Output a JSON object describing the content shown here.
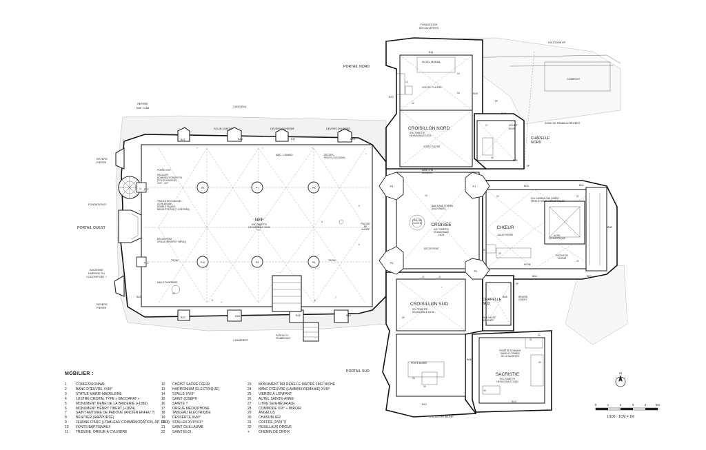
{
  "labels": {
    "fondations": "FONDATIONS\nDÉCOUVERTES",
    "exutoire": "EXUTOIRE EP",
    "compost": "COMPOST",
    "portail_nord": "PORTAIL NORD",
    "autel_marial": "AUTEL MARIAL",
    "voute_platre_top": "VOÛTE PLÂTRE",
    "repere": "REPÈRE",
    "ngf": "NGF 74.68",
    "caniveau": "CANIVEAU",
    "solin_ciment": "SOLIN CIMENT",
    "devers_enherbe_1": "DEVERS ENHERBÉ",
    "devers_enherbe_2": "DEVERS ENHERBÉ",
    "croisillon_nord": "CROISILLON NORD",
    "croisillon_nord_sol": "SOL TOMETTE\nHEXAGONALE 16CM",
    "voute_platre_nord": "VOÛTE PLÂTRE",
    "volet_bois": "VOLET\nBOIS",
    "zone_remblai": "ZONE DE REMBLAI RÉCENT",
    "chapelle_nord": "CHAPELLE\nNORD",
    "revers_pierre_1": "REVERS\nPIERRE",
    "anc_lavabo": "ANC. LAVABO",
    "decors_peints": "DÉCORS\nPEINTS (VOUTAINS)",
    "porte_xviii": "PORTE XVIII°",
    "escalier": "ESCALIER\nNOMBREUX GRAFFITIS\n(COLOS HALIEUR)\nXVII° - XIX°",
    "date": "DATE 1751\nAGRAFES",
    "fondations_q": "FONDATIONS?",
    "traces_couleur": "TRACES DE COULEUR :\nOCRE-BRUNE\nSEMBLE FAÇADE\nBASSE ÉTÉ SUD (+ CRÉPISSE)",
    "nef": "NEF",
    "nef_sol": "SOL TOMETTE\nHEXAGONALE 16CM",
    "baie_tympan": "BAIE DANS TYMPAN\n(MACONNÉE)",
    "sol_carreau": "SOL CARREAU DE CIMENT\nFRISE À TRAME GÉOMÉTRIQUE",
    "portail_ouest": "PORTAIL OUEST",
    "poutre_gloire": "POUTRE\nDE\nGLOIRE",
    "trou_cloche": "TROU DE\nCLOCHE",
    "croisee": "CROISÉE",
    "croisee_sol": "SOL TOMETTE\nHEXAGONALE\n16CM",
    "choeur": "CHŒUR",
    "dalle_pierre": "DALLE PIERRE",
    "autel_geometrique": "AUTEL\nGÉOMÉTRIQUE",
    "decor_peint_1": "DÉCOR PEINT\nORGUE (REVERS TYMPAN)",
    "decor_peint_2": "DÉCOR PEINT",
    "tronc_1": "TRONC",
    "tronc_2": "TRONC",
    "piscine": "PISCINE DE\nCHŒUR",
    "niche": "NICHE",
    "ancienne_emprise": "ANCIENNE\nEMPRISE OU\nCONTREFORT ?",
    "dalle_funeraire": "DALLE FUNÉRAIRE",
    "revers_pierre_2": "REVERS\nPIERRE",
    "revers_ciment": "REVERS\nCIMENT",
    "croisillon_sud": "CROISILLON SUD",
    "croisillon_sud_sol": "SOL TOMETTE\nHEXAGONALE 16CM",
    "chapelle_sud": "CHAPELLE\nSUD",
    "baie_haute": "BAIE HAUTE\nBOUCHÉE",
    "chimerest": "CHIMÈREST",
    "portail_flamboyant": "PORTAIL XV\nFLAMBOYANT",
    "portail_sud": "PORTAIL SUD",
    "porte_muree": "PORTE MURÉE",
    "fenetre": "FENÊTRE DONNANT\nDANS LE COMBLE\nDE LA SACRISTIE",
    "sacristie": "SACRISTIE",
    "sacristie_sol": "SOL TOMETTE\nHEXAGONALE 16CM",
    "contrefort": "CONTREFORT RÉCENT",
    "ep_1": "EP",
    "ep_2": "EP",
    "ep_3": "EP"
  },
  "bays": [
    "B00",
    "B01",
    "B02",
    "B03",
    "B04",
    "B05",
    "B06",
    "B07",
    "B08",
    "B09",
    "B10",
    "B11",
    "B12",
    "B13",
    "B14",
    "B15",
    "B16",
    "B17",
    "B18",
    "B19",
    "B20",
    "B21",
    "B22"
  ],
  "piers": [
    "P1",
    "P2",
    "P3",
    "P4",
    "P6",
    "P7",
    "P8",
    "P9",
    "P10",
    "P11",
    "P12"
  ],
  "legend": {
    "title": "MOBILIER :",
    "col1": [
      [
        "1",
        "CONFESSIONNAL"
      ],
      [
        "2",
        "BANC D'ŒUVRE XVIII°"
      ],
      [
        "3",
        "STATUE MARIE-MADELEINE"
      ],
      [
        "4",
        "LUSTRE CRISTAL TYPE « BACCARAT »"
      ],
      [
        "5",
        "MONUMENT RENÉ DE LA BRIDERIE (+1882)"
      ],
      [
        "6",
        "MONUMENT HENRY TIBERT (+1824)"
      ],
      [
        "7",
        "SAINT ANTOINE DE PADOUE (ANCIEN ENFEU ?)"
      ],
      [
        "8",
        "BÉNITIER (RAPPORTÉ)"
      ],
      [
        "9",
        "JEANNE D'ARC (+TABLEAU COMMÉMORATION, AP. 1918)"
      ],
      [
        "10",
        "FONTS BAPTISMAUX"
      ],
      [
        "11",
        "TRIBUNE, ORGUE À CYLINDRE"
      ]
    ],
    "col2": [
      [
        "12",
        "CHRIST SACRÉ CŒUR"
      ],
      [
        "13",
        "HARMONIUM (ÉLECTRIQUE)"
      ],
      [
        "14",
        "STALLE XVIII°"
      ],
      [
        "15",
        "SAINT-JOSEPH"
      ],
      [
        "16",
        "SAINTE ?"
      ],
      [
        "17",
        "ORGUE MÉDIOPHONE"
      ],
      [
        "18",
        "TABLEAU ÉLECTRIQUE"
      ],
      [
        "19",
        "DESSERTE XVIII°"
      ],
      [
        "20",
        "STALLES XVII°XIX°"
      ],
      [
        "21",
        "SAINT GUILLAUME"
      ],
      [
        "22",
        "SAINT ÉLOI"
      ]
    ],
    "col3": [
      [
        "23",
        "MONUMENT MR RENÉ LE MAÎTRE 1862 NICHE"
      ],
      [
        "24",
        "BANC D'ŒUVRE (LAMBRIS REMANIÉ) XVIII°"
      ],
      [
        "25",
        "VIERGE À L'ENFANT"
      ],
      [
        "26",
        "AUTEL SAINTE-ANNE"
      ],
      [
        "27",
        "LITRE SEIGNEURIALE"
      ],
      [
        "28",
        "COMMODE XIX° + MIROIR"
      ],
      [
        "29",
        "ANGÉLUS"
      ],
      [
        "30",
        "CHASUBLIER"
      ],
      [
        "31",
        "COFFRE (XVIII ?)"
      ],
      [
        "32",
        "ROUILLAUX ORGUE"
      ],
      [
        "+",
        "CHEMIN DE CROIX"
      ]
    ]
  },
  "scale": {
    "north": "N",
    "ticks": [
      "0",
      "1",
      "2",
      "3",
      "4",
      "5m"
    ],
    "caption": "1/100 - 1CM = 1M"
  }
}
